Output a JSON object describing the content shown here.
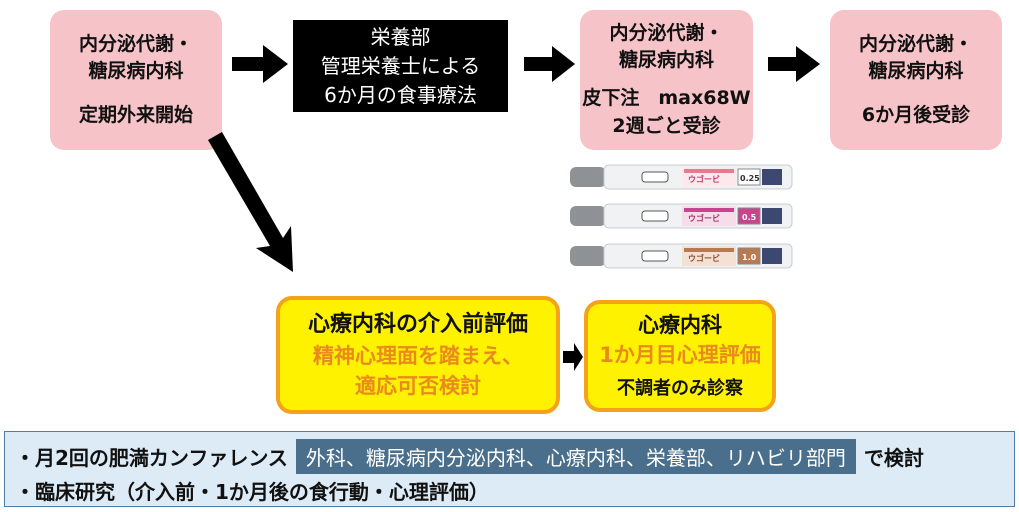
{
  "flow": {
    "start_box": {
      "line1": "内分泌代謝・",
      "line2": "糖尿病内科",
      "line3": "定期外来開始"
    },
    "diet_box": {
      "line1": "栄養部",
      "line2": "管理栄養士による",
      "line3": "6か月の食事療法"
    },
    "injection_box": {
      "line1": "内分泌代謝・",
      "line2": "糖尿病内科",
      "line3": "皮下注　max68W",
      "line4": "2週ごと受診"
    },
    "followup_box": {
      "line1": "内分泌代謝・",
      "line2": "糖尿病内科",
      "line3": "6か月後受診"
    },
    "psych_pre_box": {
      "line1": "心療内科の介入前評価",
      "line2": "精神心理面を踏まえ、",
      "line3": "適応可否検討"
    },
    "psych_month_box": {
      "line1": "心療内科",
      "line2": "1か月目心理評価",
      "line3": "不調者のみ診察"
    }
  },
  "pens": [
    {
      "brand": "ウゴービ",
      "dose": "0.25",
      "band_color": "#e87a8e"
    },
    {
      "brand": "ウゴービ",
      "dose": "0.5",
      "band_color": "#c8458e"
    },
    {
      "brand": "ウゴービ",
      "dose": "1.0",
      "band_color": "#b87a52"
    }
  ],
  "bottom_panel": {
    "row1_prefix": "・月2回の肥満カンファレンス",
    "row1_departments": "外科、糖尿病内分泌内科、心療内科、栄養部、リハビリ部門",
    "row1_suffix": "で検討",
    "row2": "・臨床研究（介入前・1か月後の食行動・心理評価）"
  },
  "colors": {
    "pink_box": "#f6c3c8",
    "black_box": "#000000",
    "yellow_box": "#fff200",
    "yellow_border": "#f4a21a",
    "orange_text": "#e98a1f",
    "panel_bg": "#dcebf6",
    "panel_highlight": "#4a6f8c"
  }
}
